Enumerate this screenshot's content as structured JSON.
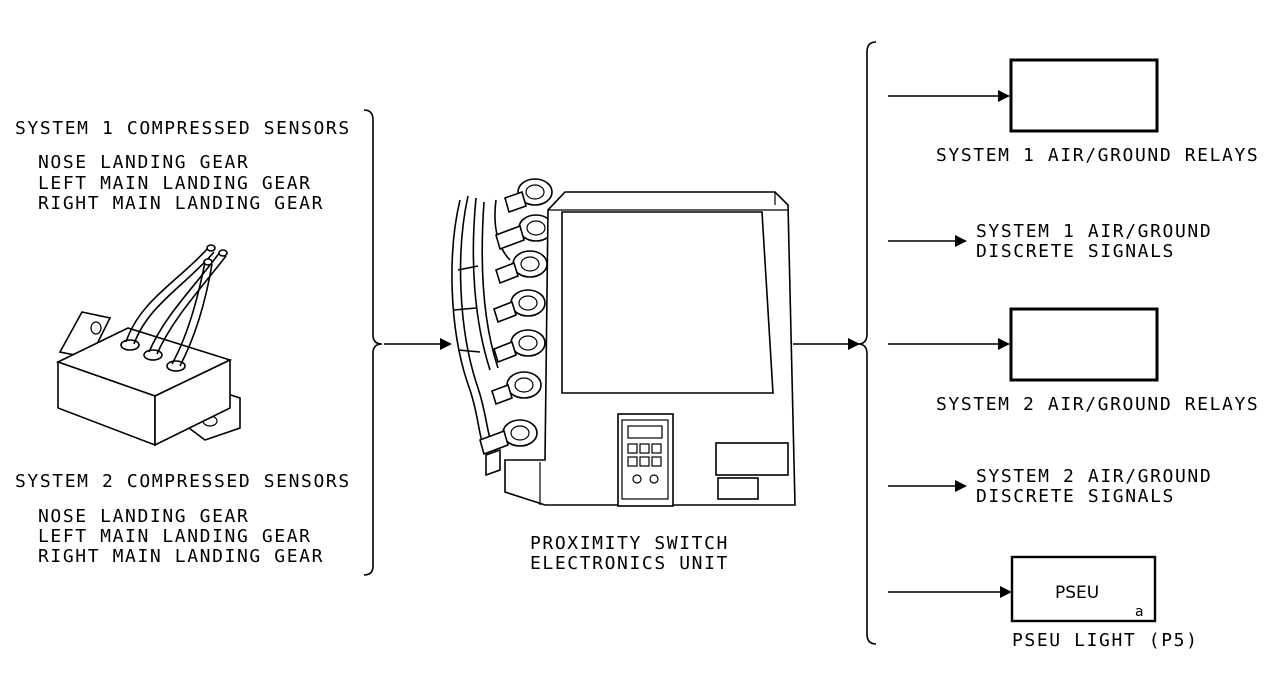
{
  "left": {
    "system1": {
      "title": "SYSTEM 1 COMPRESSED SENSORS",
      "items": [
        "NOSE LANDING GEAR",
        "LEFT MAIN LANDING GEAR",
        "RIGHT MAIN LANDING GEAR"
      ]
    },
    "system2": {
      "title": "SYSTEM 2 COMPRESSED SENSORS",
      "items": [
        "NOSE LANDING GEAR",
        "LEFT MAIN LANDING GEAR",
        "RIGHT MAIN LANDING GEAR"
      ]
    }
  },
  "center": {
    "label_line1": "PROXIMITY SWITCH",
    "label_line2": "ELECTRONICS UNIT"
  },
  "outputs": {
    "sys1_relays": "SYSTEM 1 AIR/GROUND RELAYS",
    "sys1_discrete_line1": "SYSTEM 1 AIR/GROUND",
    "sys1_discrete_line2": "DISCRETE SIGNALS",
    "sys2_relays": "SYSTEM 2 AIR/GROUND RELAYS",
    "sys2_discrete_line1": "SYSTEM 2 AIR/GROUND",
    "sys2_discrete_line2": "DISCRETE SIGNALS",
    "pseu_box_text": "PSEU",
    "pseu_box_sub": "a",
    "pseu_caption": "PSEU LIGHT (P5)"
  },
  "icons": {
    "sensor": "proximity-sensor-illustration",
    "unit": "electronics-unit-illustration"
  }
}
